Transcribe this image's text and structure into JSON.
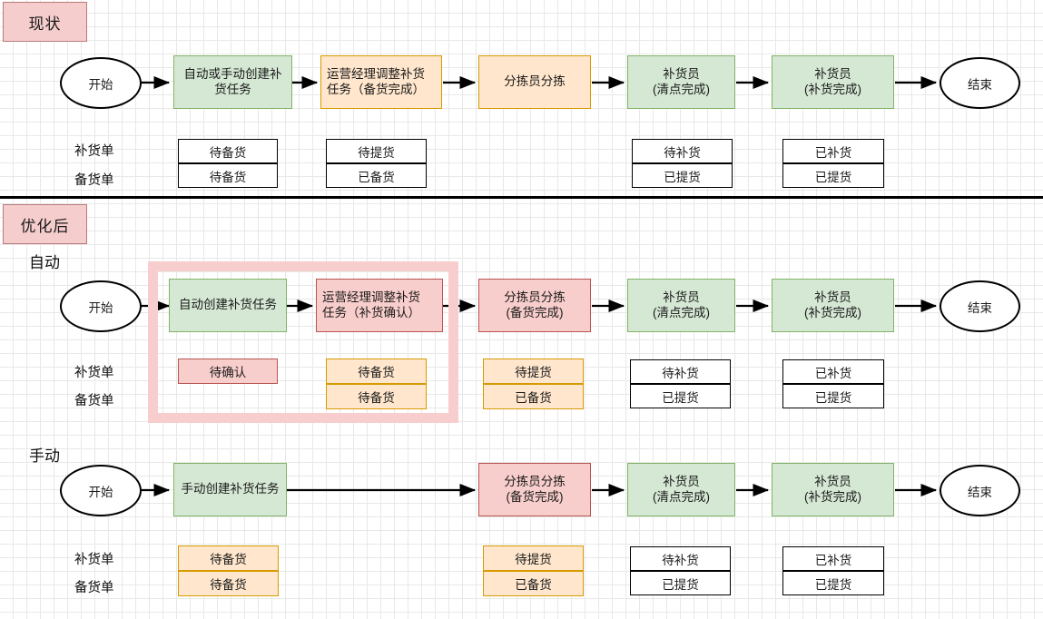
{
  "diagram": {
    "title_tags": [
      {
        "id": "current",
        "label": "现状"
      },
      {
        "id": "optimized",
        "label": "优化后"
      }
    ],
    "subheads": [
      {
        "id": "auto",
        "label": "自动"
      },
      {
        "id": "manual",
        "label": "手动"
      }
    ],
    "row_labels": {
      "replenish": "补货单",
      "prepare": "备货单"
    },
    "terminators": {
      "start": "开始",
      "end": "结束"
    },
    "colors": {
      "green_fill": "#d5e8d4",
      "green_stroke": "#82b366",
      "orange_fill": "#ffe6cc",
      "orange_stroke": "#d79b00",
      "pink_fill": "#f8cecc",
      "pink_stroke": "#b85450",
      "tag_fill": "#f6cdcd",
      "tag_stroke": "#b97a7a",
      "highlight_frame": "#f8cdcd",
      "grid_line": "#e8e8e8",
      "grid_major": "#cfcfcf"
    },
    "sections": [
      {
        "id": "current",
        "tag": "现状",
        "nodes": [
          {
            "id": "start",
            "shape": "ellipse",
            "label": "开始"
          },
          {
            "id": "create-task",
            "shape": "rect",
            "style": "green",
            "label": "自动或手动创建补\n货任务"
          },
          {
            "id": "adjust-task",
            "shape": "rect",
            "style": "orange",
            "label": "运营经理调整补货\n任务（备货完成）"
          },
          {
            "id": "sorter",
            "shape": "rect",
            "style": "orange",
            "label": "分拣员分拣"
          },
          {
            "id": "replenisher-count",
            "shape": "rect",
            "style": "green",
            "label": "补货员\n(清点完成)"
          },
          {
            "id": "replenisher-done",
            "shape": "rect",
            "style": "green",
            "label": "补货员\n(补货完成)"
          },
          {
            "id": "end",
            "shape": "ellipse",
            "label": "结束"
          }
        ],
        "status_groups": [
          {
            "under": "create-task",
            "style": "white",
            "replenish": "待备货",
            "prepare": "待备货"
          },
          {
            "under": "adjust-task",
            "style": "white",
            "replenish": "待提货",
            "prepare": "已备货"
          },
          {
            "under": "replenisher-count",
            "style": "white",
            "replenish": "待补货",
            "prepare": "已提货"
          },
          {
            "under": "replenisher-done",
            "style": "white",
            "replenish": "已补货",
            "prepare": "已提货"
          }
        ]
      },
      {
        "id": "optimized-auto",
        "tag": "优化后",
        "subhead": "自动",
        "nodes": [
          {
            "id": "start",
            "shape": "ellipse",
            "label": "开始"
          },
          {
            "id": "create-task",
            "shape": "rect",
            "style": "green",
            "label": "自动创建补货任务"
          },
          {
            "id": "adjust-task",
            "shape": "rect",
            "style": "pink",
            "label": "运营经理调整补货\n任务（补货确认）"
          },
          {
            "id": "sorter",
            "shape": "rect",
            "style": "pink",
            "label": "分拣员分拣\n(备货完成)"
          },
          {
            "id": "replenisher-count",
            "shape": "rect",
            "style": "green",
            "label": "补货员\n(清点完成)"
          },
          {
            "id": "replenisher-done",
            "shape": "rect",
            "style": "green",
            "label": "补货员\n(补货完成)"
          },
          {
            "id": "end",
            "shape": "ellipse",
            "label": "结束"
          }
        ],
        "status_groups": [
          {
            "under": "create-task",
            "style": "pink",
            "replenish": "待确认",
            "prepare": ""
          },
          {
            "under": "adjust-task",
            "style": "orange",
            "replenish": "待备货",
            "prepare": "待备货"
          },
          {
            "under": "sorter",
            "style": "orange",
            "replenish": "待提货",
            "prepare": "已备货"
          },
          {
            "under": "replenisher-count",
            "style": "white",
            "replenish": "待补货",
            "prepare": "已提货"
          },
          {
            "under": "replenisher-done",
            "style": "white",
            "replenish": "已补货",
            "prepare": "已提货"
          }
        ]
      },
      {
        "id": "optimized-manual",
        "subhead": "手动",
        "nodes": [
          {
            "id": "start",
            "shape": "ellipse",
            "label": "开始"
          },
          {
            "id": "create-task",
            "shape": "rect",
            "style": "green",
            "label": "手动创建补货任务"
          },
          {
            "id": "sorter",
            "shape": "rect",
            "style": "pink",
            "label": "分拣员分拣\n(备货完成)"
          },
          {
            "id": "replenisher-count",
            "shape": "rect",
            "style": "green",
            "label": "补货员\n(清点完成)"
          },
          {
            "id": "replenisher-done",
            "shape": "rect",
            "style": "green",
            "label": "补货员\n(补货完成)"
          },
          {
            "id": "end",
            "shape": "ellipse",
            "label": "结束"
          }
        ],
        "status_groups": [
          {
            "under": "create-task",
            "style": "orange",
            "replenish": "待备货",
            "prepare": "待备货"
          },
          {
            "under": "sorter",
            "style": "orange",
            "replenish": "待提货",
            "prepare": "已备货"
          },
          {
            "under": "replenisher-count",
            "style": "white",
            "replenish": "待补货",
            "prepare": "已提货"
          },
          {
            "under": "replenisher-done",
            "style": "white",
            "replenish": "已补货",
            "prepare": "已提货"
          }
        ]
      }
    ],
    "s1": {
      "tag": "现状",
      "n0": "开始",
      "n1l1": "自动或手动创建补",
      "n1l2": "货任务",
      "n2l1": "运营经理调整补货",
      "n2l2": "任务（备货完成）",
      "n3": "分拣员分拣",
      "n4l1": "补货员",
      "n4l2": "(清点完成)",
      "n5l1": "补货员",
      "n5l2": "(补货完成)",
      "n6": "结束",
      "lab_r": "补货单",
      "lab_p": "备货单",
      "g1r": "待备货",
      "g1p": "待备货",
      "g2r": "待提货",
      "g2p": "已备货",
      "g3r": "待补货",
      "g3p": "已提货",
      "g4r": "已补货",
      "g4p": "已提货"
    },
    "s2": {
      "tag": "优化后",
      "sub": "自动",
      "n0": "开始",
      "n1": "自动创建补货任务",
      "n2l1": "运营经理调整补货",
      "n2l2": "任务（补货确认）",
      "n3l1": "分拣员分拣",
      "n3l2": "(备货完成)",
      "n4l1": "补货员",
      "n4l2": "(清点完成)",
      "n5l1": "补货员",
      "n5l2": "(补货完成)",
      "n6": "结束",
      "lab_r": "补货单",
      "lab_p": "备货单",
      "g1r": "待确认",
      "g2r": "待备货",
      "g2p": "待备货",
      "g3r": "待提货",
      "g3p": "已备货",
      "g4r": "待补货",
      "g4p": "已提货",
      "g5r": "已补货",
      "g5p": "已提货"
    },
    "s3": {
      "sub": "手动",
      "n0": "开始",
      "n1": "手动创建补货任务",
      "n3l1": "分拣员分拣",
      "n3l2": "(备货完成)",
      "n4l1": "补货员",
      "n4l2": "(清点完成)",
      "n5l1": "补货员",
      "n5l2": "(补货完成)",
      "n6": "结束",
      "lab_r": "补货单",
      "lab_p": "备货单",
      "g1r": "待备货",
      "g1p": "待备货",
      "g3r": "待提货",
      "g3p": "已备货",
      "g4r": "待补货",
      "g4p": "已提货",
      "g5r": "已补货",
      "g5p": "已提货"
    }
  }
}
